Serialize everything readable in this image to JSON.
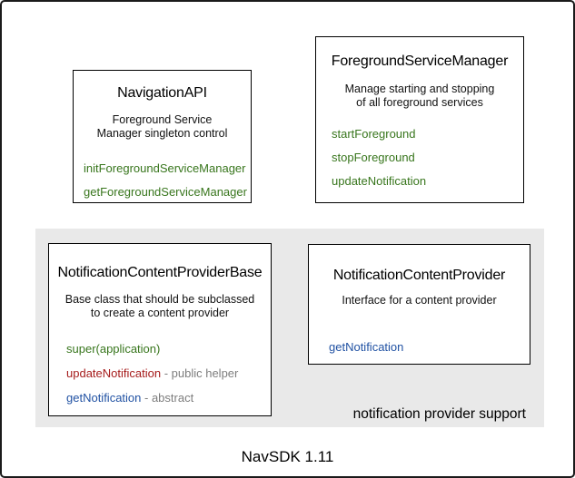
{
  "colors": {
    "method-green": "#38761d",
    "method-red": "#a61c1c",
    "method-blue": "#2152a3",
    "suffix-gray": "#7d7d7d",
    "panel-gray": "#e9e9e9"
  },
  "boxes": {
    "navigation_api": {
      "title": "NavigationAPI",
      "desc_line1": "Foreground Service",
      "desc_line2": "Manager singleton control",
      "methods": {
        "init": "initForegroundServiceManager",
        "get": "getForegroundServiceManager"
      }
    },
    "foreground_service_manager": {
      "title": "ForegroundServiceManager",
      "desc_line1": "Manage starting and stopping",
      "desc_line2": "of all foreground services",
      "methods": {
        "start": "startForeground",
        "stop": "stopForeground",
        "update": "updateNotification"
      }
    },
    "notification_content_provider_base": {
      "title": "NotificationContentProviderBase",
      "desc_line1": "Base class that should be subclassed",
      "desc_line2": "to create a content provider",
      "methods": {
        "super": "super(application)",
        "update": "updateNotification",
        "update_suffix": "- public helper",
        "get": "getNotification",
        "get_suffix": "- abstract"
      }
    },
    "notification_content_provider": {
      "title": "NotificationContentProvider",
      "desc_line1": "Interface for a content provider",
      "methods": {
        "get": "getNotification"
      }
    }
  },
  "panel": {
    "label": "notification provider support"
  },
  "footer": {
    "label": "NavSDK 1.11"
  }
}
